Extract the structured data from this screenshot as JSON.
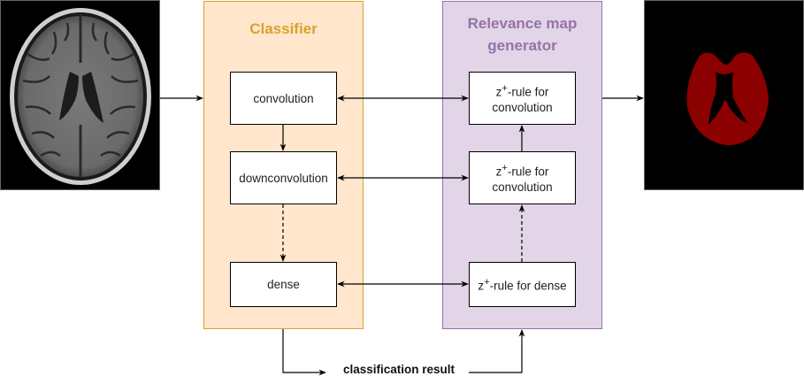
{
  "input_image": {
    "label": "brain-mri-axial-slice"
  },
  "output_image": {
    "label": "relevance-heatmap"
  },
  "classifier": {
    "title": "Classifier",
    "nodes": [
      "convolution",
      "downconvolution",
      "dense"
    ]
  },
  "relevance": {
    "title": "Relevance map generator",
    "title_line1": "Relevance map",
    "title_line2": "generator",
    "nodes": [
      {
        "prefix": "z",
        "sup": "+",
        "text": "-rule for",
        "line2": "convolution"
      },
      {
        "prefix": "z",
        "sup": "+",
        "text": "-rule for",
        "line2": "convolution"
      },
      {
        "prefix": "z",
        "sup": "+",
        "text": "-rule for dense",
        "line2": ""
      }
    ]
  },
  "result": {
    "label": "classification result"
  },
  "colors": {
    "classifier_fill": "#ffe6cc",
    "classifier_stroke": "#d6a42a",
    "relevance_fill": "#e1d5e7",
    "relevance_stroke": "#9673a6",
    "heatmap": "#8b0000"
  }
}
